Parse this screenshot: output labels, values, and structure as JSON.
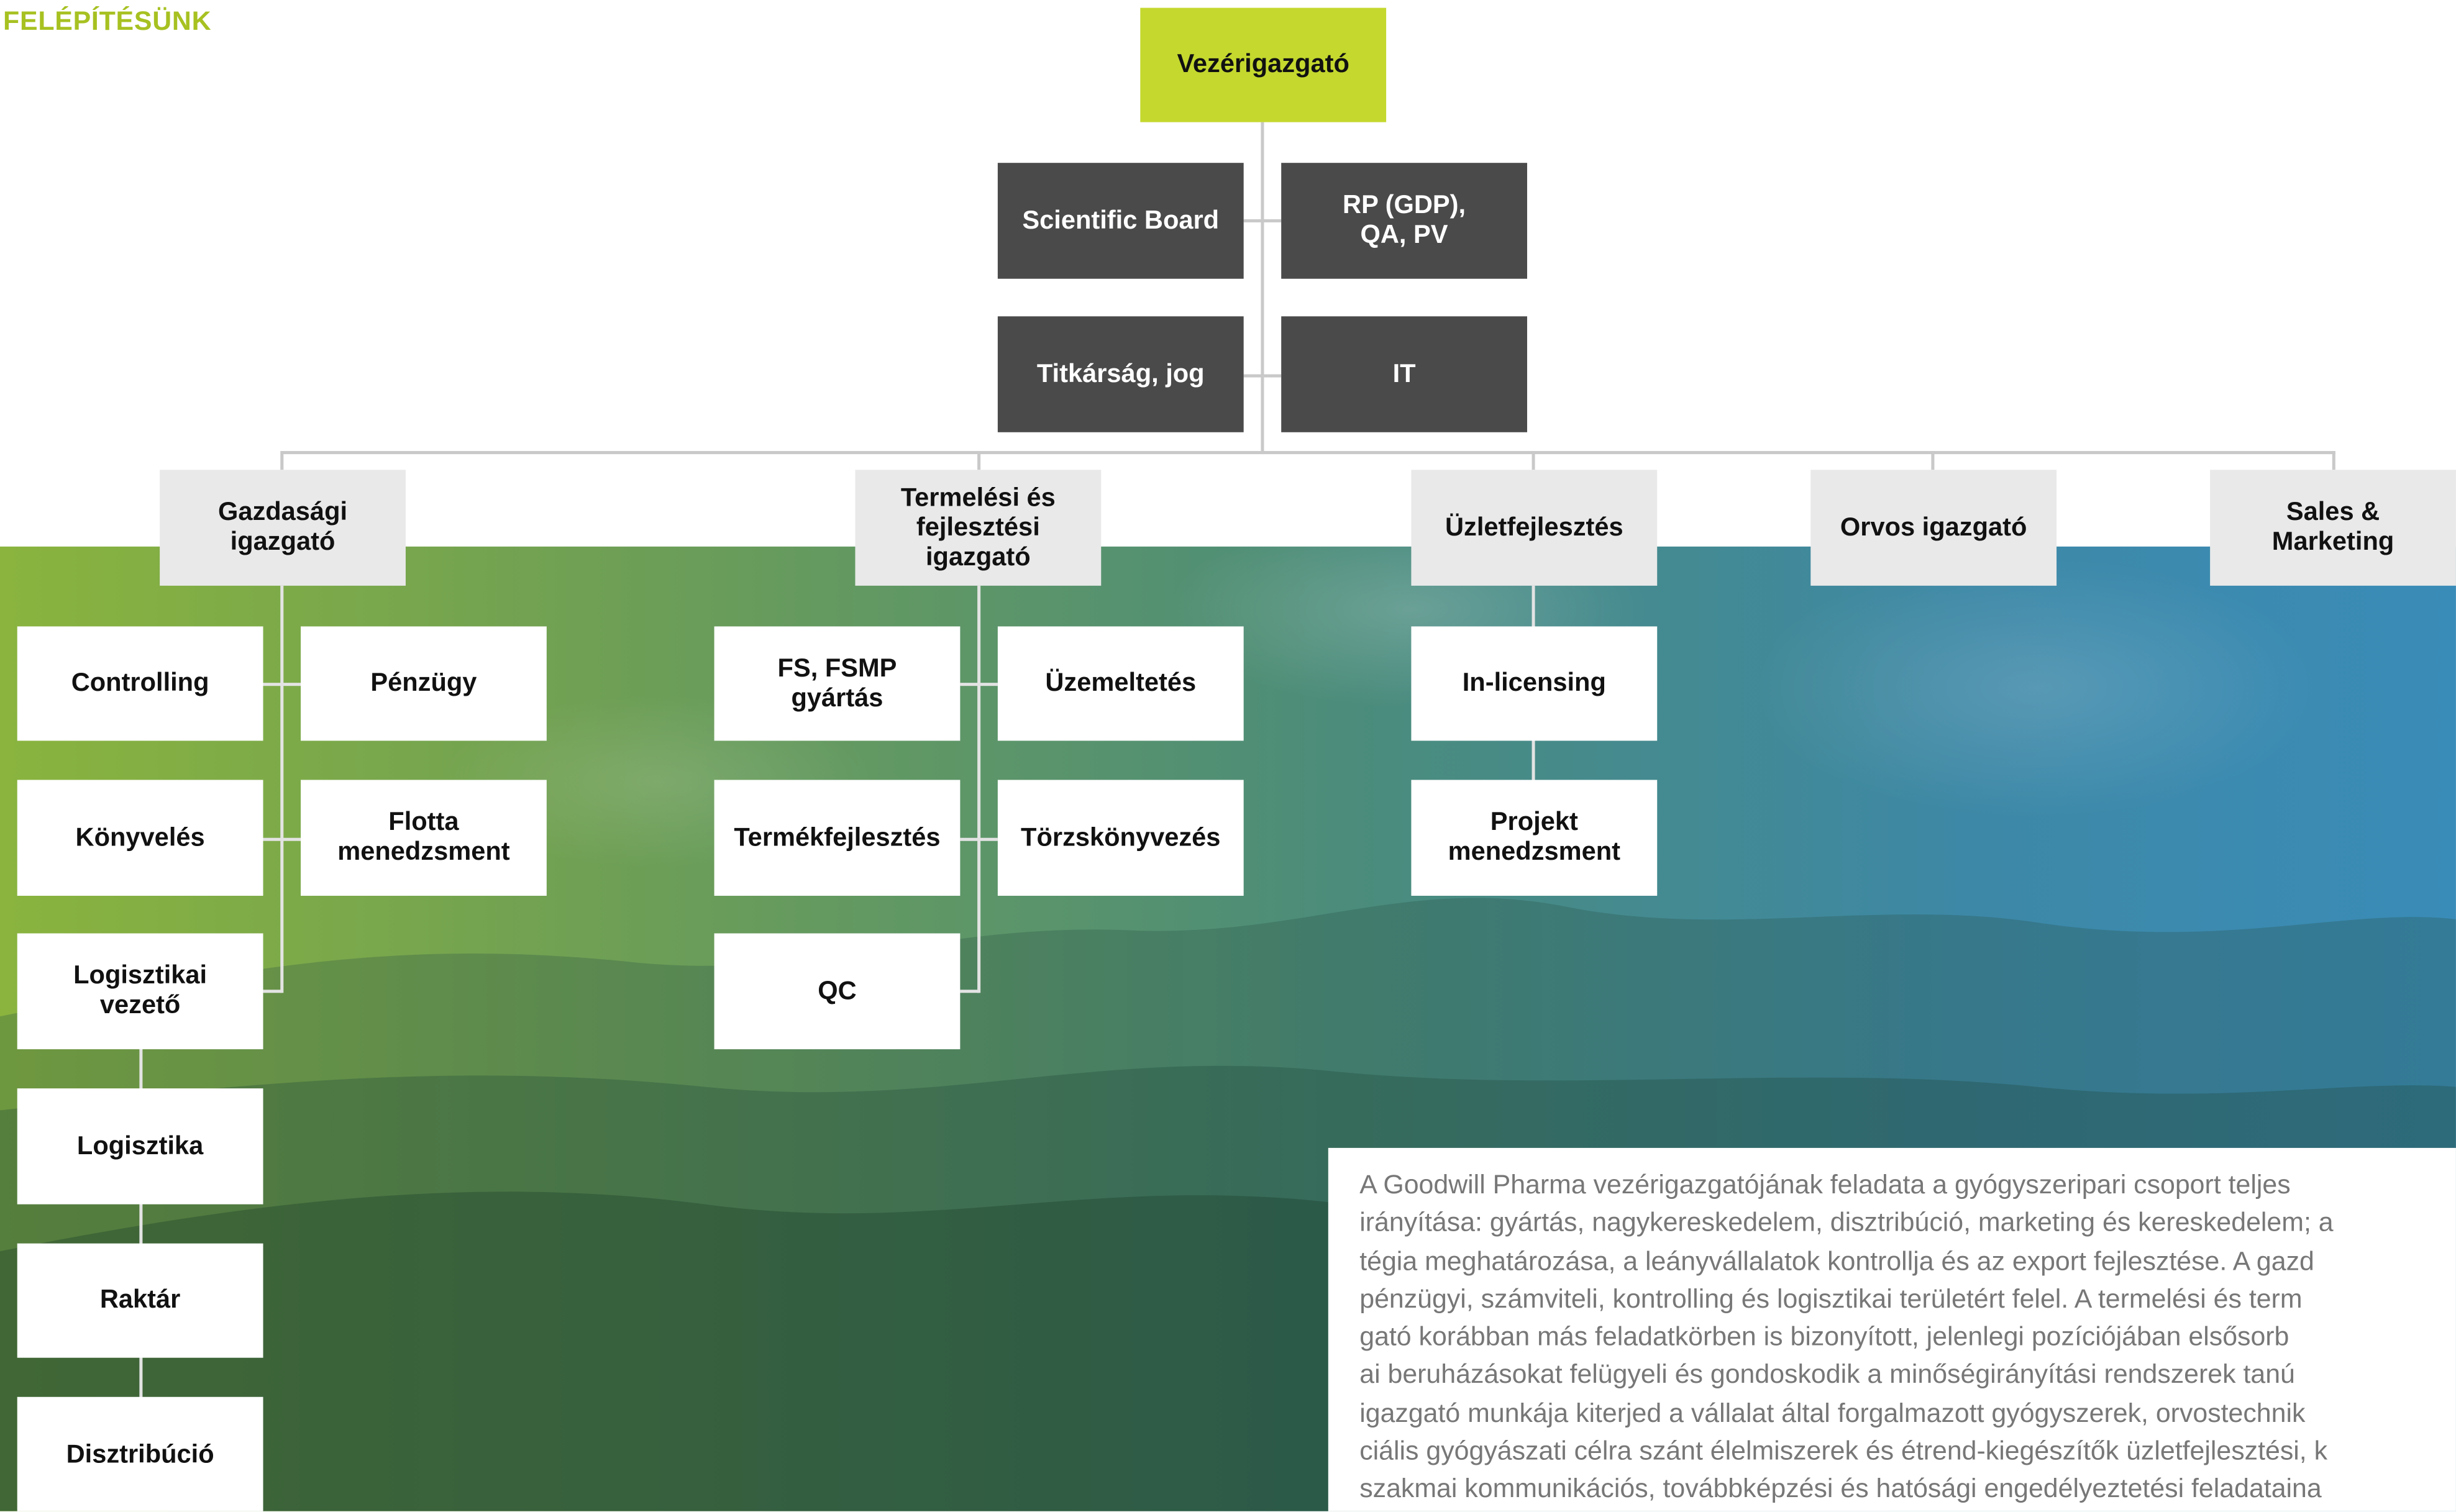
{
  "section_title": "FELÉPÍTÉSÜNK",
  "ceo": "Vezérigazgató",
  "staff": {
    "scientific_board": "Scientific Board",
    "rp": "RP (GDP),\nQA, PV",
    "secretariat": "Titkárság, jog",
    "it": "IT"
  },
  "directors": {
    "economic": "Gazdasági\nigazgató",
    "production": "Termelési és\nfejlesztési\nigazgató",
    "business_dev": "Üzletfejlesztés",
    "medical": "Orvos igazgató",
    "sales": "Sales &\nMarketing"
  },
  "economic_units": {
    "controlling": "Controlling",
    "finance": "Pénzügy",
    "accounting": "Könyvelés",
    "fleet": "Flotta\nmenedzsment",
    "logistics_lead": "Logisztikai\nvezető",
    "logistics": "Logisztika",
    "warehouse": "Raktár",
    "distribution": "Disztribúció"
  },
  "production_units": {
    "fs_fsmp": "FS, FSMP\ngyártás",
    "operations": "Üzemeltetés",
    "product_dev": "Termékfejlesztés",
    "registration": "Törzskönyvezés",
    "qc": "QC"
  },
  "business_units": {
    "in_licensing": "In-licensing",
    "project_mgmt": "Projekt\nmenedzsment"
  },
  "description_lines": [
    "A Goodwill Pharma vezérigazgatójának feladata a gyógyszeripari csoport teljes",
    "irányítása: gyártás, nagykereskedelem, disztribúció, marketing és kereskedelem; a",
    "tégia meghatározása, a leányvállalatok kontrollja és az export fejlesztése. A gazd",
    "pénzügyi, számviteli, kontrolling és logisztikai területért felel. A termelési és term",
    "gató korábban más feladatkörben is bizonyított, jelenlegi pozíciójában elsősorb",
    "ai beruházásokat felügyeli és gondoskodik a minőségirányítási rendszerek tanú",
    "igazgató munkája kiterjed a vállalat által forgalmazott gyógyszerek, orvostechnik",
    "ciális gyógyászati célra szánt élelmiszerek és étrend-kiegészítők üzletfejlesztési, k",
    "szakmai kommunikációs, továbbképzési és hatósági engedélyeztetési feladataina"
  ]
}
